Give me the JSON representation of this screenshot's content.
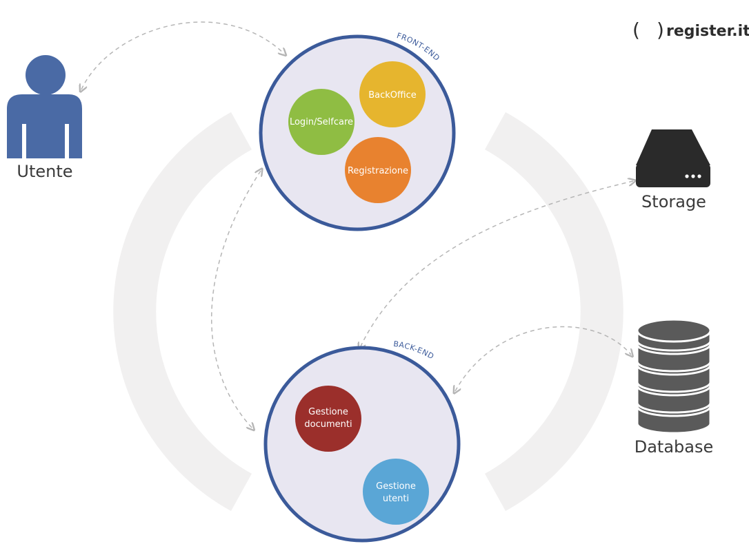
{
  "brand": {
    "logo_text": "register.it"
  },
  "user": {
    "label": "Utente",
    "icon": "user-icon"
  },
  "storage": {
    "label": "Storage",
    "icon": "hard-drive-icon"
  },
  "database": {
    "label": "Database",
    "icon": "database-icon"
  },
  "frontend": {
    "title": "FRONT-END",
    "modules": [
      {
        "line1": "Login/Selfcare",
        "line2": "",
        "color": "#8fbd43"
      },
      {
        "line1": "BackOffice",
        "line2": "",
        "color": "#e6b52e"
      },
      {
        "line1": "Registrazione",
        "line2": "",
        "color": "#e8822f"
      }
    ]
  },
  "backend": {
    "title": "BACK-END",
    "modules": [
      {
        "line1": "Gestione",
        "line2": "documenti",
        "color": "#9b2f2b"
      },
      {
        "line1": "Gestione",
        "line2": "utenti",
        "color": "#5aa6d6"
      }
    ]
  },
  "colors": {
    "node_border": "#3b5a9a",
    "node_fill": "#e8e6f1",
    "icon_blue": "#4a6aa5",
    "icon_dark": "#2a2a2a",
    "db_gray": "#5a5a5a",
    "ring_bg": "#f1f0f0",
    "arrow": "#b5b5b5"
  }
}
